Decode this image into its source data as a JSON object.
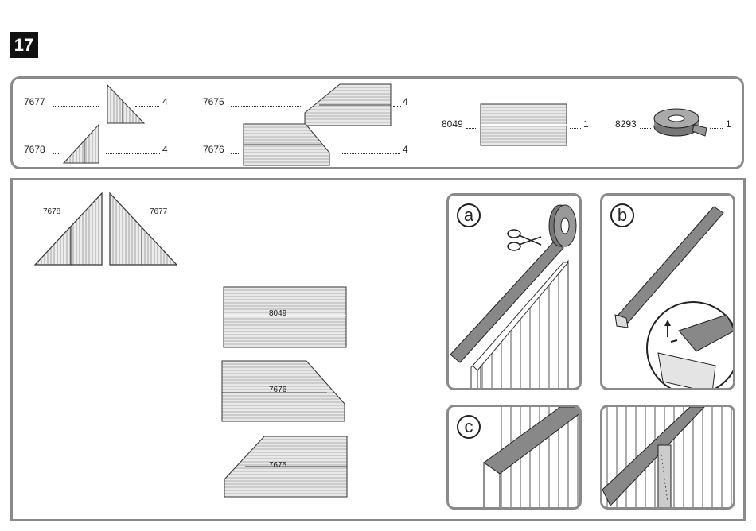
{
  "step_number": "17",
  "parts": [
    {
      "code": "7677",
      "qty": "4"
    },
    {
      "code": "7678",
      "qty": "4"
    },
    {
      "code": "7675",
      "qty": "4"
    },
    {
      "code": "7676",
      "qty": "4"
    },
    {
      "code": "8049",
      "qty": "1"
    },
    {
      "code": "8293",
      "qty": "1"
    }
  ],
  "assembly": {
    "tri_left_label": "7678",
    "tri_right_label": "7677",
    "panel_8049": "8049",
    "panel_7676": "7676",
    "panel_7675": "7675"
  },
  "details": {
    "a": "a",
    "b": "b",
    "c": "c"
  }
}
